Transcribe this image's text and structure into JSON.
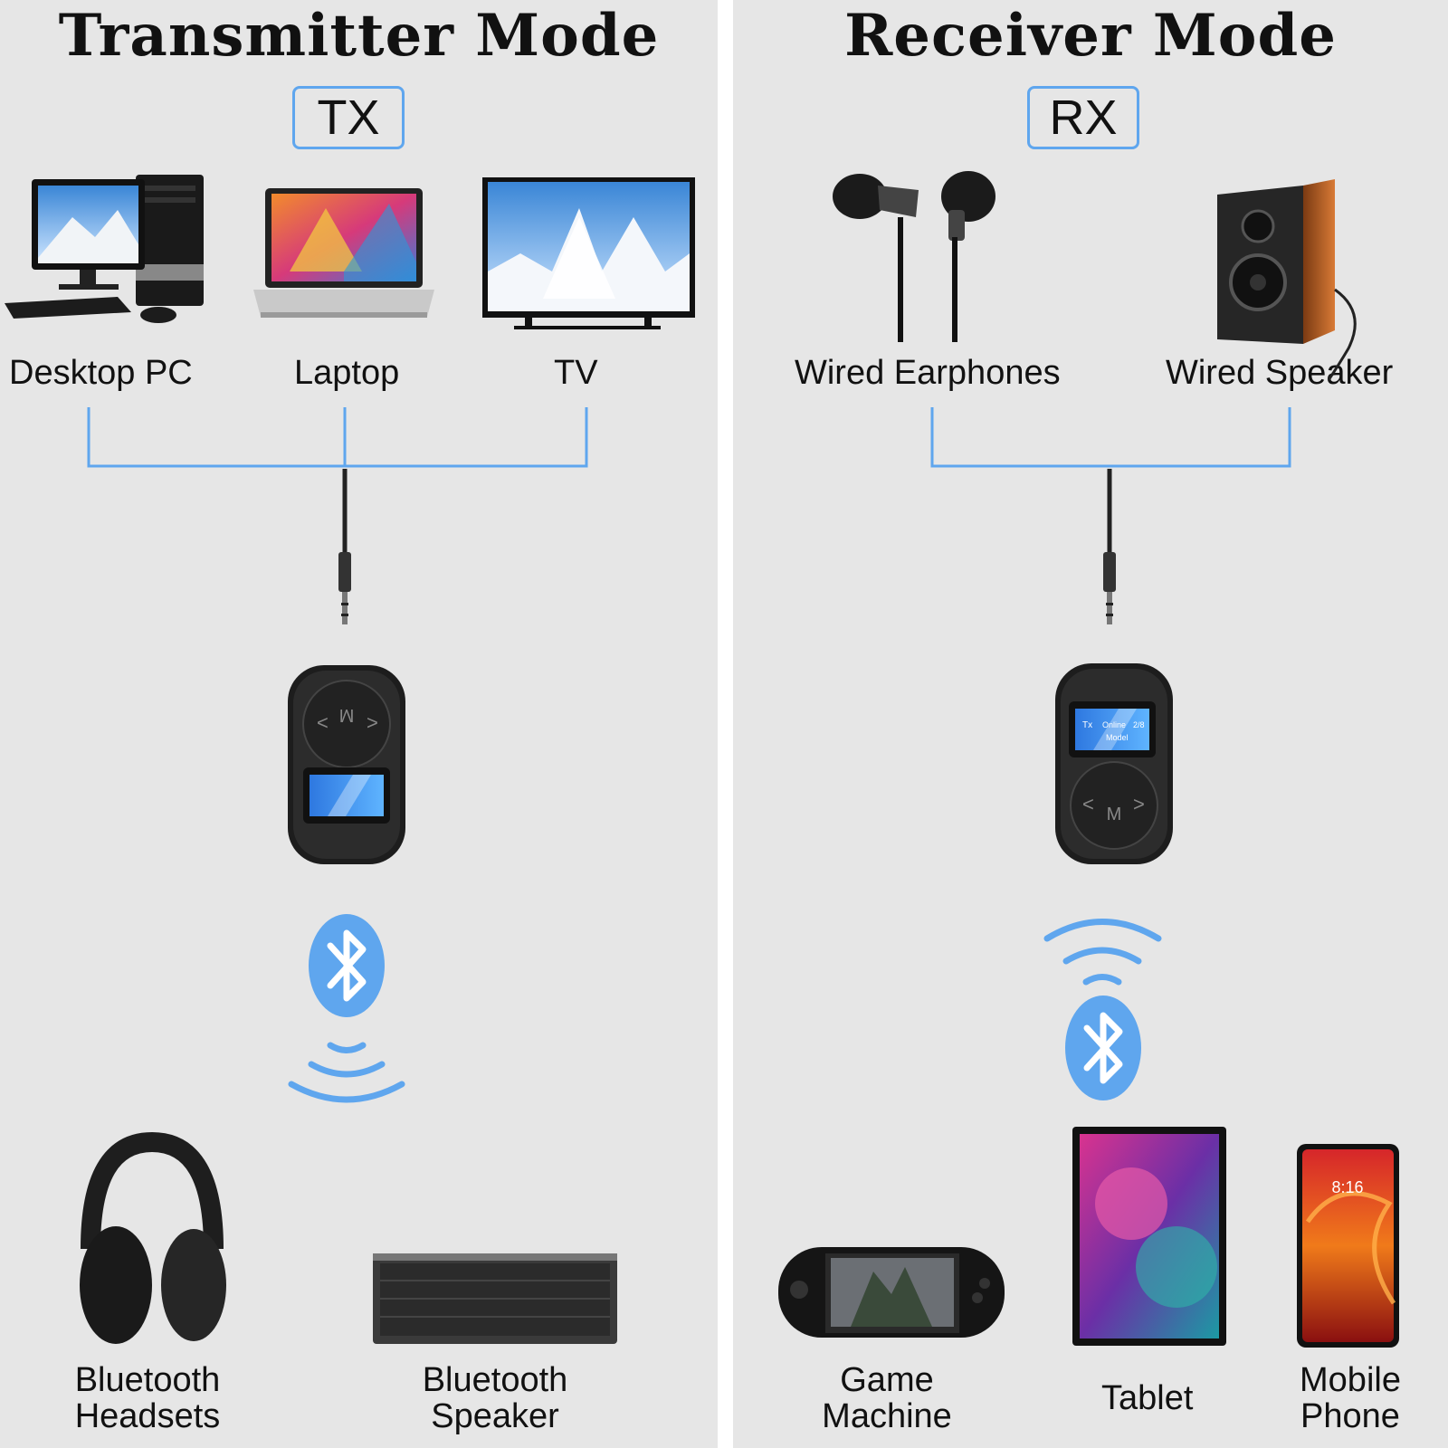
{
  "transmitter": {
    "title": "Transmitter Mode",
    "badge": "TX",
    "sources": [
      {
        "label": "Desktop PC",
        "icon": "desktop-pc-icon"
      },
      {
        "label": "Laptop",
        "icon": "laptop-icon"
      },
      {
        "label": "TV",
        "icon": "tv-icon"
      }
    ],
    "outputs": [
      {
        "label_line1": "Bluetooth",
        "label_line2": "Headsets",
        "icon": "headphones-icon"
      },
      {
        "label_line1": "Bluetooth",
        "label_line2": "Speaker",
        "icon": "bluetooth-speaker-icon"
      }
    ]
  },
  "receiver": {
    "title": "Receiver Mode",
    "badge": "RX",
    "outputs": [
      {
        "label": "Wired Earphones",
        "icon": "earphones-icon"
      },
      {
        "label": "Wired Speaker",
        "icon": "wired-speaker-icon"
      }
    ],
    "sources": [
      {
        "label_line1": "Game",
        "label_line2": "Machine",
        "icon": "game-machine-icon"
      },
      {
        "label": "Tablet",
        "icon": "tablet-icon"
      },
      {
        "label_line1": "Mobile",
        "label_line2": "Phone",
        "icon": "mobile-phone-icon",
        "screen_time": "8:16"
      }
    ]
  },
  "device": {
    "button_label": "M",
    "screen_text": [
      "Tx",
      "Online",
      "2/8",
      "Model"
    ]
  },
  "colors": {
    "accent_blue": "#5fa6ee",
    "panel_bg": "#e6e6e6",
    "divider": "#ffffff"
  }
}
